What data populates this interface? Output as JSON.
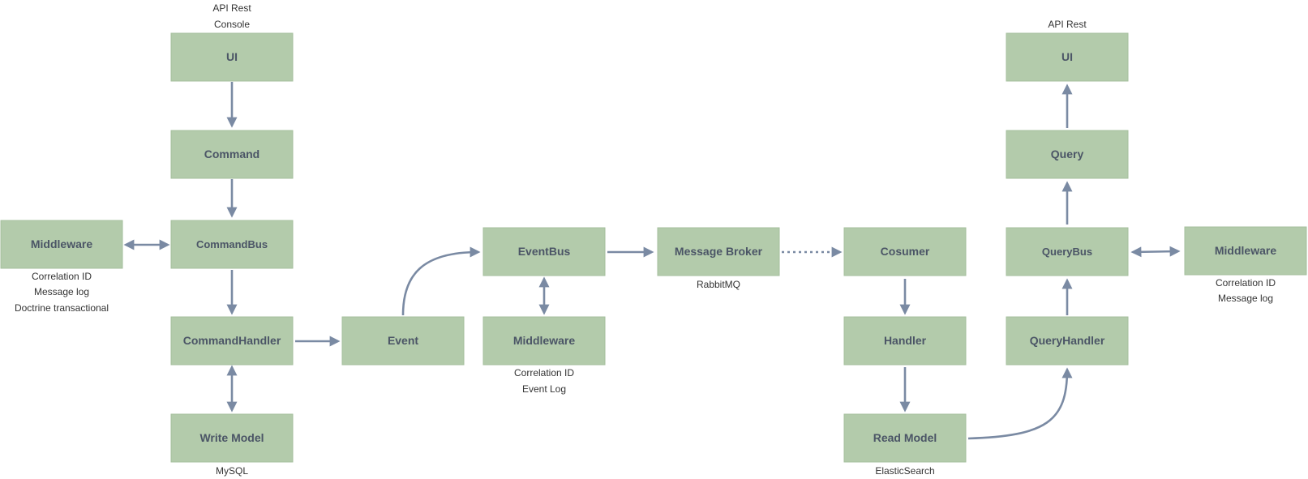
{
  "colors": {
    "node_fill": "#b3cbab",
    "node_text": "#4b5566",
    "arrow": "#7a8aa3",
    "note_text": "#333333"
  },
  "nodes": {
    "ui_left": "UI",
    "command": "Command",
    "commandbus": "CommandBus",
    "middleware_cmd": "Middleware",
    "commandhandler": "CommandHandler",
    "write_model": "Write Model",
    "event": "Event",
    "eventbus": "EventBus",
    "middleware_event": "Middleware",
    "message_broker": "Message Broker",
    "consumer": "Cosumer",
    "handler": "Handler",
    "read_model": "Read Model",
    "queryhandler": "QueryHandler",
    "querybus": "QueryBus",
    "query": "Query",
    "ui_right": "UI",
    "middleware_query": "Middleware"
  },
  "notes": {
    "ui_left": [
      "API Rest",
      "Console"
    ],
    "middleware_cmd": [
      "Correlation ID",
      "Message log",
      "Doctrine transactional"
    ],
    "write_model": [
      "MySQL"
    ],
    "middleware_event": [
      "Correlation ID",
      "Event Log"
    ],
    "message_broker": [
      "RabbitMQ"
    ],
    "read_model": [
      "ElasticSearch"
    ],
    "ui_right": [
      "API Rest"
    ],
    "middleware_query": [
      "Correlation ID",
      "Message log"
    ]
  },
  "edges": [
    {
      "from": "ui_left",
      "to": "command",
      "style": "solid",
      "direction": "forward"
    },
    {
      "from": "command",
      "to": "commandbus",
      "style": "solid",
      "direction": "forward"
    },
    {
      "from": "middleware_cmd",
      "to": "commandbus",
      "style": "solid",
      "direction": "both"
    },
    {
      "from": "commandbus",
      "to": "commandhandler",
      "style": "solid",
      "direction": "forward"
    },
    {
      "from": "commandhandler",
      "to": "write_model",
      "style": "solid",
      "direction": "both"
    },
    {
      "from": "commandhandler",
      "to": "event",
      "style": "solid",
      "direction": "forward"
    },
    {
      "from": "event",
      "to": "eventbus",
      "style": "curved",
      "direction": "forward"
    },
    {
      "from": "eventbus",
      "to": "middleware_event",
      "style": "solid",
      "direction": "both"
    },
    {
      "from": "eventbus",
      "to": "message_broker",
      "style": "solid",
      "direction": "forward"
    },
    {
      "from": "message_broker",
      "to": "consumer",
      "style": "dotted",
      "direction": "forward"
    },
    {
      "from": "consumer",
      "to": "handler",
      "style": "solid",
      "direction": "forward"
    },
    {
      "from": "handler",
      "to": "read_model",
      "style": "solid",
      "direction": "forward"
    },
    {
      "from": "read_model",
      "to": "queryhandler",
      "style": "curved",
      "direction": "forward"
    },
    {
      "from": "queryhandler",
      "to": "querybus",
      "style": "solid",
      "direction": "forward"
    },
    {
      "from": "querybus",
      "to": "middleware_query",
      "style": "solid",
      "direction": "both"
    },
    {
      "from": "querybus",
      "to": "query",
      "style": "solid",
      "direction": "forward"
    },
    {
      "from": "query",
      "to": "ui_right",
      "style": "solid",
      "direction": "forward"
    }
  ]
}
